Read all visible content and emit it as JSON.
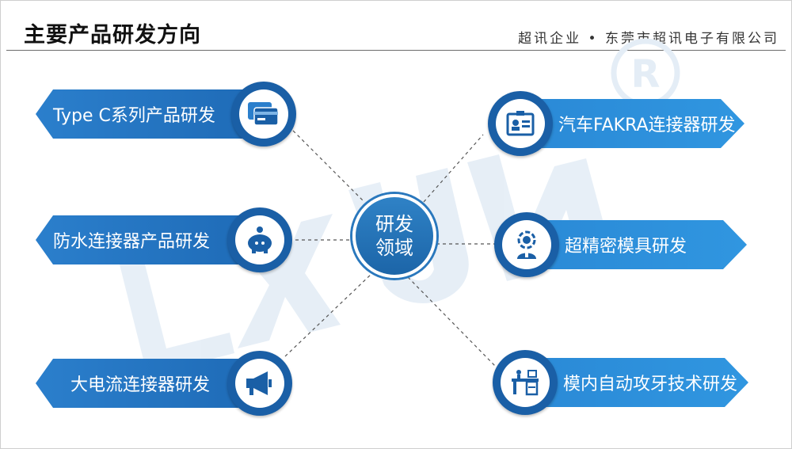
{
  "header": {
    "title": "主要产品研发方向",
    "company": "超讯企业 • 东莞市超讯电子有限公司"
  },
  "center": {
    "line1": "研发",
    "line2": "领域"
  },
  "left_items": [
    {
      "label": "Type C系列产品研发",
      "icon": "card-icon"
    },
    {
      "label": "防水连接器产品研发",
      "icon": "piggy-bank-icon"
    },
    {
      "label": "大电流连接器研发",
      "icon": "megaphone-icon"
    }
  ],
  "right_items": [
    {
      "label": "汽车FAKRA连接器研发",
      "icon": "id-card-icon"
    },
    {
      "label": "超精密模具研发",
      "icon": "operator-icon"
    },
    {
      "label": "模内自动攻牙技术研发",
      "icon": "workstation-icon"
    }
  ],
  "colors": {
    "primary": "#1e6ab6",
    "accent": "#3096e0",
    "badge": "#1a5fa6"
  }
}
